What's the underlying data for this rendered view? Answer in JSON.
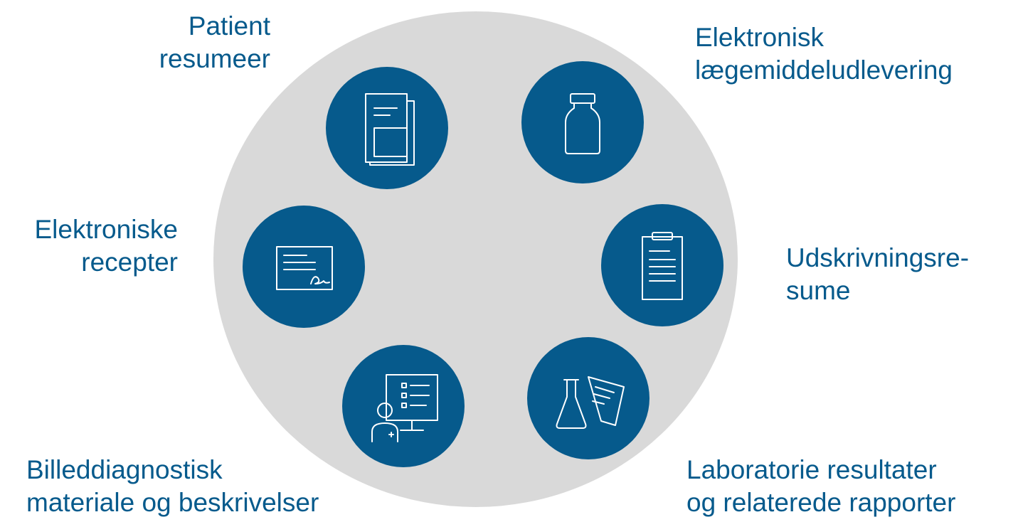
{
  "colors": {
    "background_circle": "#d9d9d9",
    "node_fill": "#065a8c",
    "label_text": "#065a8c",
    "icon_stroke": "#ffffff"
  },
  "items": {
    "patient_summary": {
      "icon": "document-icon",
      "label_lines": [
        "Patient",
        "resumeer"
      ]
    },
    "e_dispensation": {
      "icon": "medicine-bottle-icon",
      "label_lines": [
        "Elektronisk",
        "lægemiddeludlevering"
      ]
    },
    "e_prescription": {
      "icon": "signed-prescription-icon",
      "label_lines": [
        "Elektroniske",
        "recepter"
      ]
    },
    "discharge_summary": {
      "icon": "clipboard-icon",
      "label_lines": [
        "Udskrivningsre-",
        "sume"
      ]
    },
    "imaging": {
      "icon": "doctor-monitor-icon",
      "label_lines": [
        "Billeddiagnostisk",
        "materiale og beskrivelser"
      ]
    },
    "laboratory": {
      "icon": "lab-flask-report-icon",
      "label_lines": [
        "Laboratorie resultater",
        "og relaterede rapporter"
      ]
    }
  }
}
